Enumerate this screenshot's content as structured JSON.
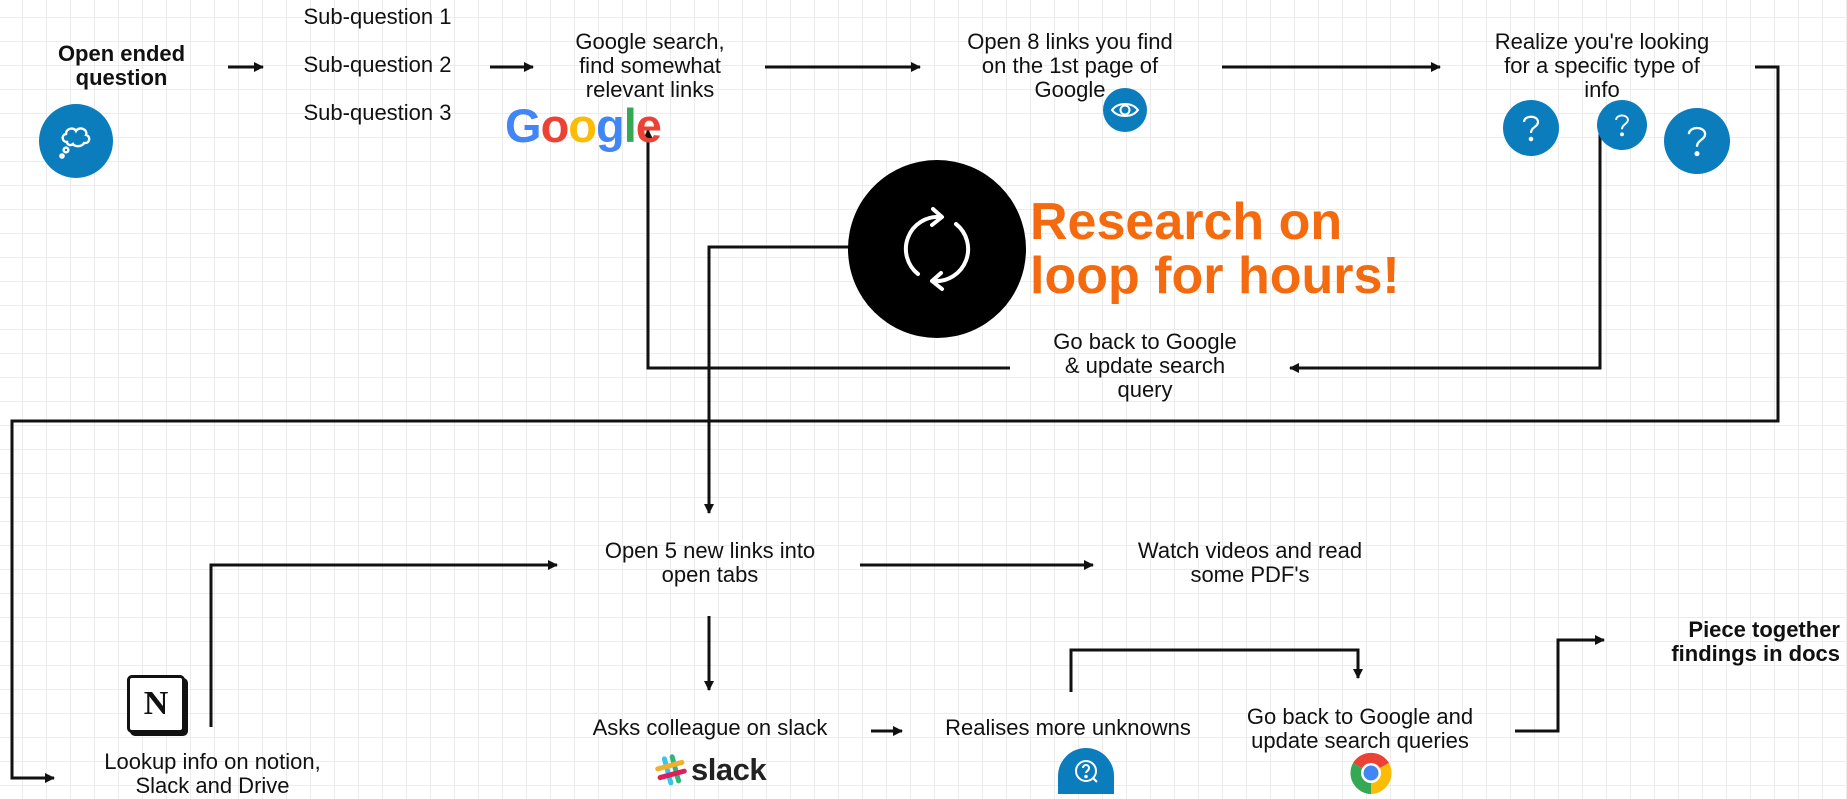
{
  "nodes": {
    "open_question": "Open ended\nquestion",
    "sub_q1": "Sub-question 1",
    "sub_q2": "Sub-question 2",
    "sub_q3": "Sub-question 3",
    "google_search": "Google search,\nfind somewhat\nrelevant links",
    "open_8_links": "Open 8 links you find\non the 1st page of\nGoogle",
    "realize_info": "Realize you're looking\nfor a specific type of\ninfo",
    "research_loop": "Research on\nloop for hours!",
    "go_back_google": "Go back to Google\n& update search\nquery",
    "open_5_links": "Open 5 new links into\nopen tabs",
    "watch_videos": "Watch videos and read\nsome PDF's",
    "lookup_info": "Lookup info on notion,\nSlack and Drive",
    "asks_colleague": "Asks colleague on slack",
    "realises_unknowns": "Realises more unknowns",
    "go_back_google_2": "Go back to Google and\nupdate search queries",
    "piece_together": "Piece together\nfindings in docs"
  },
  "logos": {
    "google": [
      "G",
      "o",
      "o",
      "g",
      "l",
      "e"
    ],
    "google_colors": [
      "#4285F4",
      "#EA4335",
      "#FBBC05",
      "#4285F4",
      "#34A853",
      "#EA4335"
    ],
    "slack_word": "slack",
    "notion_letter": "N"
  },
  "colors": {
    "accent_blue": "#0b7dbd",
    "accent_orange": "#f46a0f",
    "line": "#111111"
  }
}
